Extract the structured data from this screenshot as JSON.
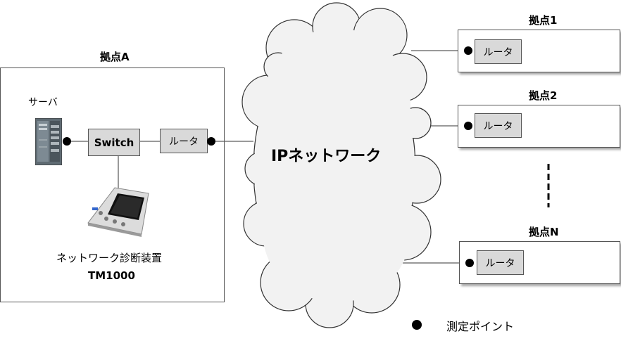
{
  "site_a": {
    "title": "拠点A",
    "server_label": "サーバ",
    "switch_label": "Switch",
    "router_label": "ルータ",
    "device_label": "ネットワーク診断装置",
    "device_model": "TM1000"
  },
  "cloud": {
    "label": "IPネットワーク"
  },
  "sites": [
    {
      "title": "拠点1",
      "router_label": "ルータ"
    },
    {
      "title": "拠点2",
      "router_label": "ルータ"
    },
    {
      "title": "拠点N",
      "router_label": "ルータ"
    }
  ],
  "legend": {
    "label": "測定ポイント"
  }
}
